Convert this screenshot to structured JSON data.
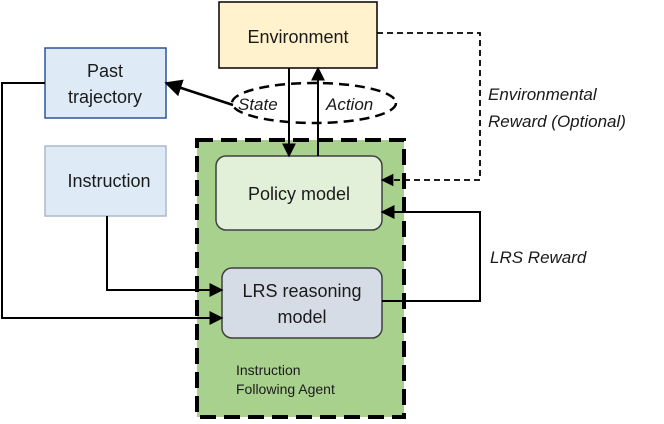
{
  "nodes": {
    "environment": "Environment",
    "past_trajectory_line1": "Past",
    "past_trajectory_line2": "trajectory",
    "instruction": "Instruction",
    "policy_model": "Policy model",
    "lrs_reasoning_line1": "LRS reasoning",
    "lrs_reasoning_line2": "model",
    "agent_line1": "Instruction",
    "agent_line2": "Following Agent"
  },
  "edge_labels": {
    "state": "State",
    "action": "Action",
    "env_reward_line1": "Environmental",
    "env_reward_line2": "Reward (Optional)",
    "lrs_reward": "LRS Reward"
  },
  "colors": {
    "environment_fill": "#fff2cc",
    "environment_stroke": "#000000",
    "past_traj_fill": "#deebf7",
    "past_traj_stroke": "#2f5597",
    "instruction_fill": "#deebf7",
    "instruction_stroke": "#adb9ca",
    "agent_fill": "#a9d18e",
    "policy_fill": "#e2f0d9",
    "policy_stroke": "#404040",
    "lrs_fill": "#d6dce5",
    "lrs_stroke": "#404040"
  }
}
